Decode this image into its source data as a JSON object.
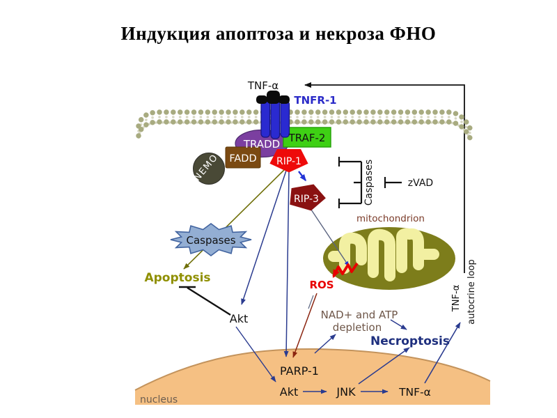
{
  "title": "Индукция апоптоза и некроза ФНО",
  "pathway": {
    "labels": {
      "tnf_top": "TNF-α",
      "tnfr1": "TNFR-1",
      "tradd": "TRADD",
      "traf2": "TRAF-2",
      "fadd": "FADD",
      "nemo": "NEMO",
      "rip1": "RIP-1",
      "rip3": "RIP-3",
      "caspases_star": "Caspases",
      "caspases_side": "Caspases",
      "zvad": "zVAD",
      "apoptosis": "Apoptosis",
      "akt_cytoplasm": "Akt",
      "mitochondrion": "mitochondrion",
      "ros": "ROS",
      "nad_atp_line1": "NAD+ and ATP",
      "nad_atp_line2": "depletion",
      "necroptosis": "Necroptosis",
      "parp1": "PARP-1",
      "akt_nucleus": "Akt",
      "jnk": "JNK",
      "tnf_bottom": "TNF-α",
      "nucleus": "nucleus",
      "loop_tnf": "TNF-α",
      "loop_text": "autocrine loop"
    },
    "colors": {
      "rip1_fill": "#ee0a0a",
      "rip3_fill": "#8a1111",
      "tradd_fill": "#7b3fa0",
      "traf2_fill": "#3ed014",
      "fadd_fill": "#7b4a12",
      "nemo_fill": "#494936",
      "receptor_fill": "#2a2ad0",
      "membrane_dots": "#a8ab80",
      "caspases_star_fill": "#93aed3",
      "mitochondrion_fill": "#7d7d1b",
      "cristae_fill": "#f2f0a2",
      "nucleus_fill": "#f5c083",
      "apoptosis_text": "#8f8f00",
      "necroptosis_text": "#1e2f7e",
      "ros_text": "#e80000",
      "nad_text": "#6e5648",
      "mitochondrion_text": "#7a3a28",
      "arrow_navy": "#2a3b8f",
      "arrow_olive": "#6f6f08",
      "arrow_darkred": "#8b2510",
      "tnfr1_text": "#2b2bc8"
    }
  }
}
